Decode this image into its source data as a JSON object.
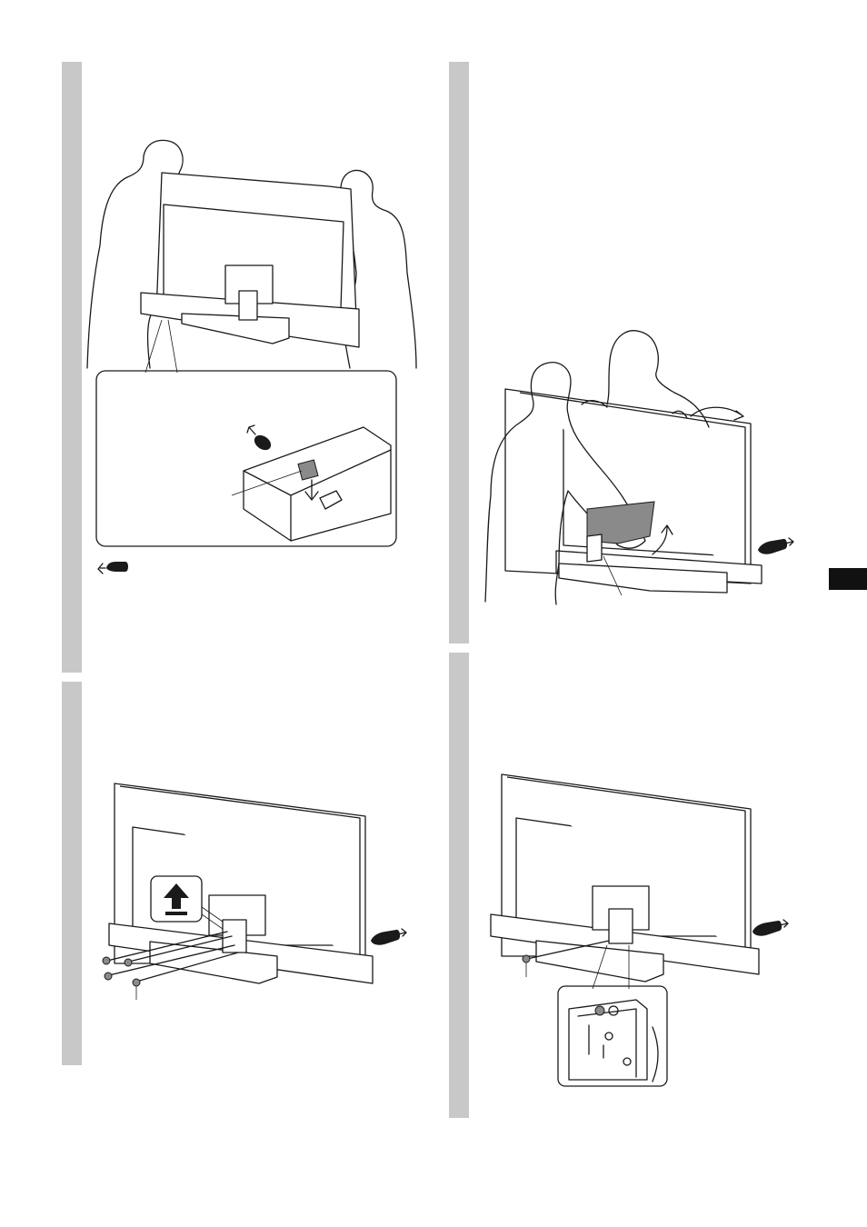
{
  "page": {
    "background": "#ffffff",
    "step_bar_color": "#c8c8c8",
    "language_tab_color": "#111111"
  },
  "steps": [
    {
      "id": "step-1",
      "icons": [
        "people-icon",
        "tv-icon",
        "stand-icon",
        "screw-hole-icon",
        "screwdriver-icon"
      ]
    },
    {
      "id": "step-2",
      "icons": [
        "people-icon",
        "tv-icon",
        "stand-icon",
        "screwdriver-icon"
      ]
    },
    {
      "id": "step-3",
      "icons": [
        "tv-icon",
        "stand-icon",
        "screw-icon",
        "screwdriver-icon",
        "up-arrow-icon"
      ]
    },
    {
      "id": "step-4",
      "icons": [
        "tv-icon",
        "stand-icon",
        "screw-icon",
        "screwdriver-icon",
        "bracket-icon"
      ]
    }
  ]
}
